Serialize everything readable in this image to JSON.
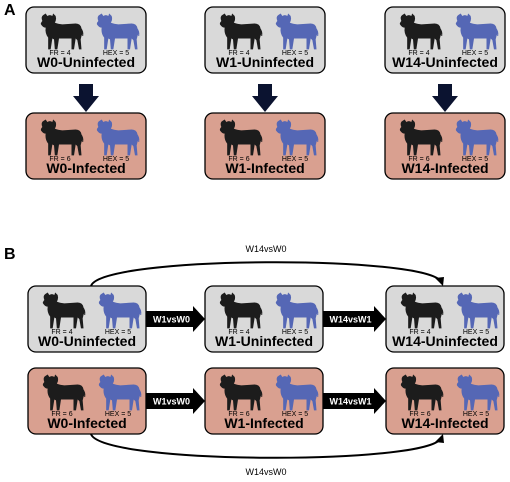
{
  "colors": {
    "uninfected_fill": "#d9d9d9",
    "infected_fill": "#d9a090",
    "box_stroke": "#000000",
    "calf_fr": "#1c1c1c",
    "calf_hex": "#5567b5",
    "arrow_a": "#0b1330",
    "arrow_b": "#000000"
  },
  "panel_a": {
    "letter": "A",
    "boxes": [
      {
        "title": "W0-Uninfected",
        "fr": "FR = 4",
        "hex": "HEX = 5",
        "state": "uninfected"
      },
      {
        "title": "W1-Uninfected",
        "fr": "FR = 4",
        "hex": "HEX = 5",
        "state": "uninfected"
      },
      {
        "title": "W14-Uninfected",
        "fr": "FR = 4",
        "hex": "HEX = 5",
        "state": "uninfected"
      },
      {
        "title": "W0-Infected",
        "fr": "FR = 6",
        "hex": "HEX = 5",
        "state": "infected"
      },
      {
        "title": "W1-Infected",
        "fr": "FR = 6",
        "hex": "HEX = 5",
        "state": "infected"
      },
      {
        "title": "W14-Infected",
        "fr": "FR = 6",
        "hex": "HEX = 5",
        "state": "infected"
      }
    ]
  },
  "panel_b": {
    "letter": "B",
    "top_curve_label": "W14vsW0",
    "bottom_curve_label": "W14vsW0",
    "boxes": [
      {
        "title": "W0-Uninfected",
        "fr": "FR = 4",
        "hex": "HEX = 5",
        "state": "uninfected"
      },
      {
        "title": "W1-Uninfected",
        "fr": "FR = 4",
        "hex": "HEX = 5",
        "state": "uninfected"
      },
      {
        "title": "W14-Uninfected",
        "fr": "FR = 4",
        "hex": "HEX = 5",
        "state": "uninfected"
      },
      {
        "title": "W0-Infected",
        "fr": "FR = 6",
        "hex": "HEX = 5",
        "state": "infected"
      },
      {
        "title": "W1-Infected",
        "fr": "FR = 6",
        "hex": "HEX = 5",
        "state": "infected"
      },
      {
        "title": "W14-Infected",
        "fr": "FR = 6",
        "hex": "HEX = 5",
        "state": "infected"
      }
    ],
    "arrow_labels": [
      "W1vsW0",
      "W14vsW1",
      "W1vsW0",
      "W14vsW1"
    ]
  }
}
